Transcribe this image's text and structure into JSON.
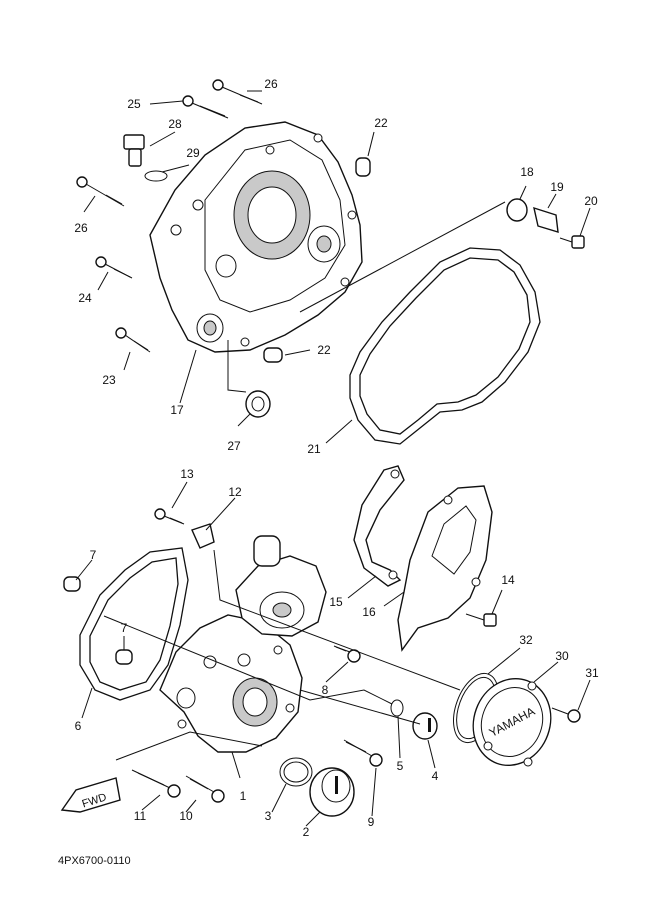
{
  "callouts": [
    "1",
    "2",
    "3",
    "4",
    "5",
    "6",
    "7",
    "8",
    "9",
    "10",
    "11",
    "12",
    "13",
    "14",
    "15",
    "16",
    "17",
    "18",
    "19",
    "20",
    "21",
    "22",
    "23",
    "24",
    "25",
    "26",
    "27",
    "28",
    "29",
    "30",
    "31",
    "32"
  ],
  "diagram_code": "4PX6700-0110",
  "fwd_label": "FWD",
  "badge_text": "YAMAHA",
  "colors": {
    "line": "#111111",
    "background": "#ffffff",
    "shade": "#c9c9c9"
  }
}
